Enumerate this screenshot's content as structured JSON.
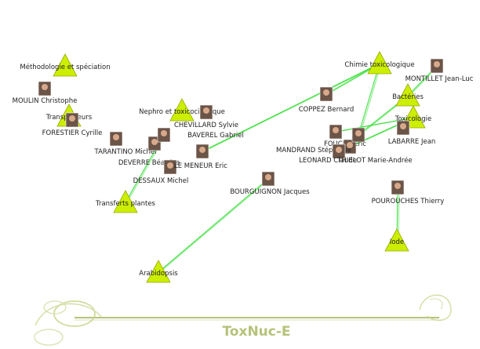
{
  "app": {
    "footer_title": "ToxNuc-E"
  },
  "colors": {
    "edge": "#33dd33",
    "topic_fill": "#ccee00",
    "topic_stroke": "#99aa00",
    "footer_line": "#b5c47a",
    "footer_text": "#b7c27a"
  },
  "topics": [
    {
      "label": "Méthodologie et spéciation"
    },
    {
      "label": "Transporteurs"
    },
    {
      "label": "Nephro et toxicocinétique"
    },
    {
      "label": "Transferts plantes"
    },
    {
      "label": "Arabidopsis"
    },
    {
      "label": "Chimie toxicologique"
    },
    {
      "label": "Bactéries"
    },
    {
      "label": "Iode"
    },
    {
      "label": "Toxicologie"
    }
  ],
  "people": [
    {
      "label": "MOULIN Christophe"
    },
    {
      "label": "FORESTIER Cyrille"
    },
    {
      "label": "CHEVILLARD Sylvie"
    },
    {
      "label": "BAVEREL Gabriel"
    },
    {
      "label": "TARANTINO Michel"
    },
    {
      "label": "DEVERRE Béatrice"
    },
    {
      "label": "LE MENEUR Eric"
    },
    {
      "label": "DESSAUX Michel"
    },
    {
      "label": "BOURGUIGNON Jacques"
    },
    {
      "label": "COPPEZ Bernard"
    },
    {
      "label": "MONTILLET Jean-Luc"
    },
    {
      "label": "FOUCHE Eric"
    },
    {
      "label": "MANDRAND Stéphanie"
    },
    {
      "label": "LEONARD Claude"
    },
    {
      "label": "LABARRE Jean"
    },
    {
      "label": "THIELOT Marie-Andrée"
    },
    {
      "label": "POUROUCHES Thierry"
    }
  ]
}
